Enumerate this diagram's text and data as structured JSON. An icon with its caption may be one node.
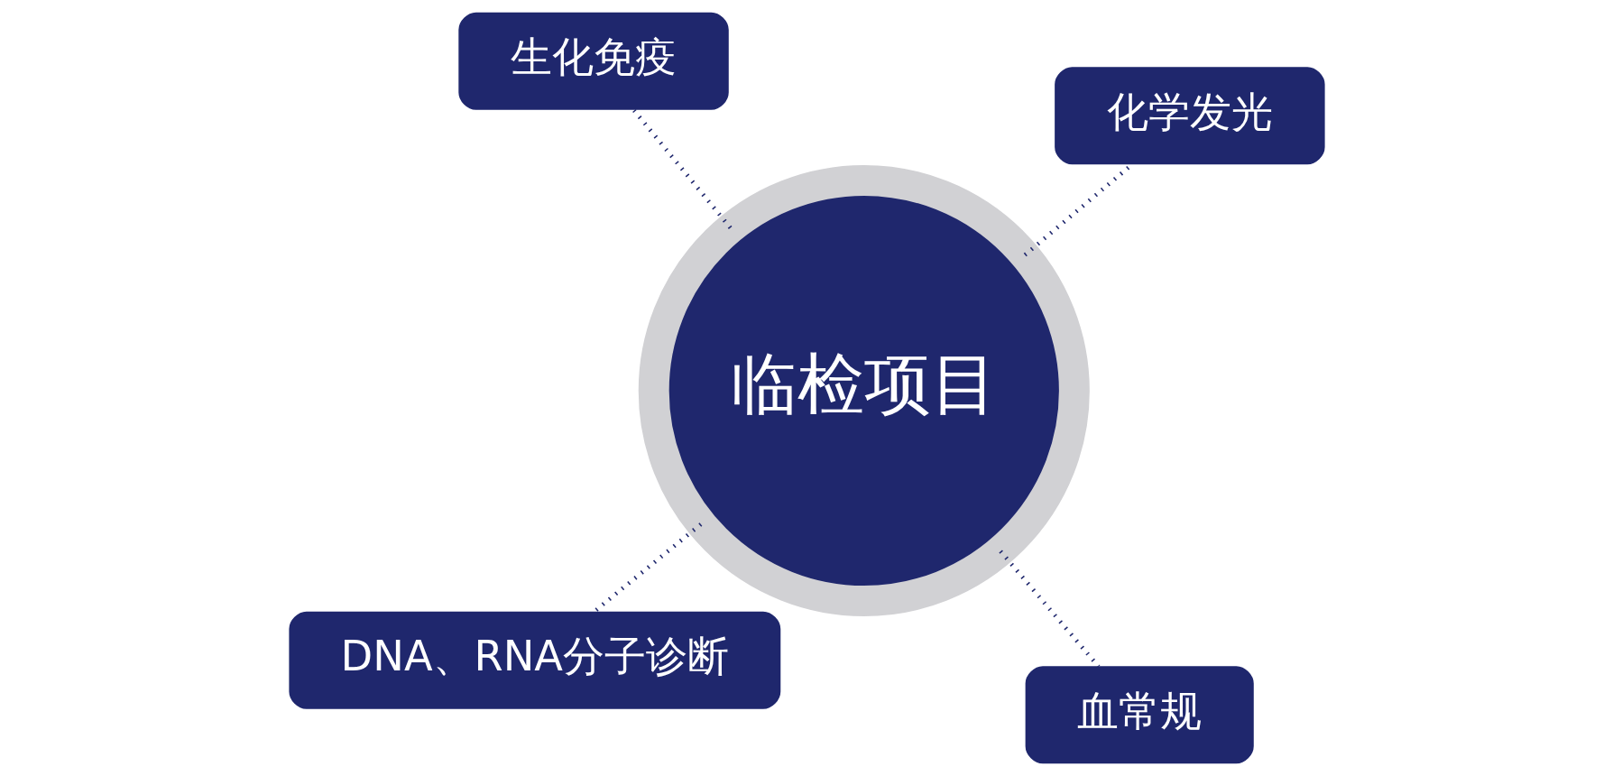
{
  "diagram": {
    "nodes": [
      {
        "text": [
          "DNA、RNA分子诊断"
        ]
      },
      {
        "text": [
          "血常规"
        ]
      },
      {
        "text": [
          "临检项目"
        ]
      },
      {
        "text": [
          "生化免疫"
        ]
      },
      {
        "text": [
          "化学发光"
        ]
      }
    ],
    "edges": [
      {
        "from": 2,
        "to": 0,
        "arrow": "none",
        "style": "dashed"
      },
      {
        "from": 2,
        "to": 1,
        "arrow": "none",
        "style": "dashed"
      },
      {
        "from": 2,
        "to": 3,
        "arrow": "none",
        "style": "dashed"
      },
      {
        "from": 2,
        "to": 4,
        "arrow": "none",
        "style": "dashed"
      }
    ]
  }
}
